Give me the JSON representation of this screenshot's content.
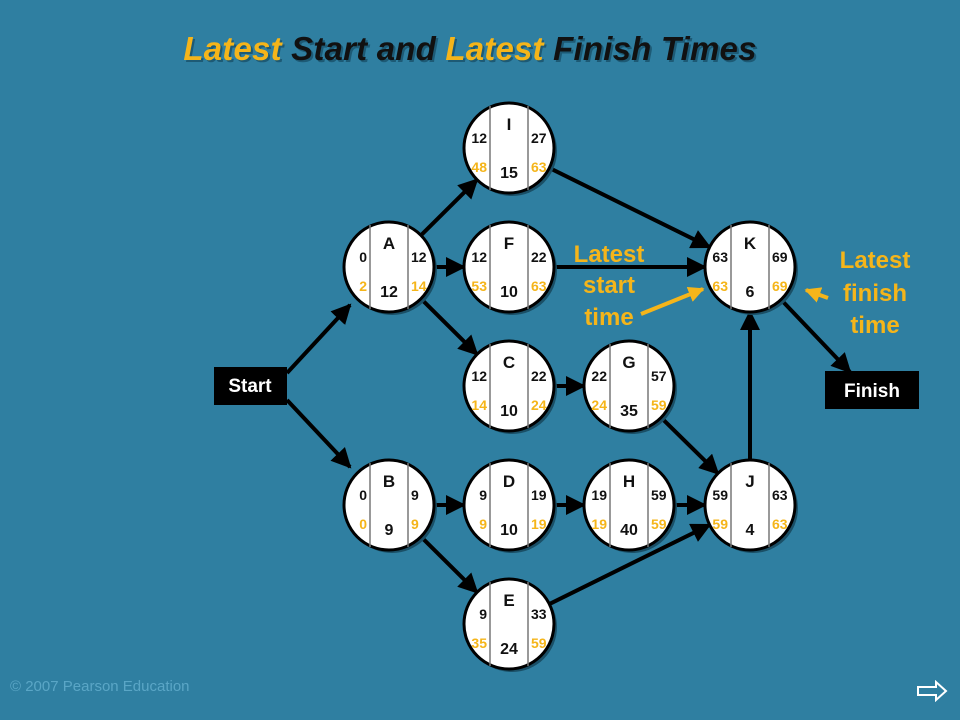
{
  "title": {
    "w1": "Latest",
    "w2": "Start and",
    "w3": "Latest",
    "w4": "Finish Times"
  },
  "start_label": "Start",
  "finish_label": "Finish",
  "annotations": {
    "start": [
      "Latest",
      "start",
      "time"
    ],
    "finish": [
      "Latest",
      "finish",
      "time"
    ]
  },
  "nodes": {
    "I": {
      "letter": "I",
      "es": "12",
      "ef": "27",
      "ls": "48",
      "lf": "63",
      "dur": "15"
    },
    "A": {
      "letter": "A",
      "es": "0",
      "ef": "12",
      "ls": "2",
      "lf": "14",
      "dur": "12"
    },
    "F": {
      "letter": "F",
      "es": "12",
      "ef": "22",
      "ls": "53",
      "lf": "63",
      "dur": "10"
    },
    "K": {
      "letter": "K",
      "es": "63",
      "ef": "69",
      "ls": "63",
      "lf": "69",
      "dur": "6"
    },
    "C": {
      "letter": "C",
      "es": "12",
      "ef": "22",
      "ls": "14",
      "lf": "24",
      "dur": "10"
    },
    "G": {
      "letter": "G",
      "es": "22",
      "ef": "57",
      "ls": "24",
      "lf": "59",
      "dur": "35"
    },
    "B": {
      "letter": "B",
      "es": "0",
      "ef": "9",
      "ls": "0",
      "lf": "9",
      "dur": "9"
    },
    "D": {
      "letter": "D",
      "es": "9",
      "ef": "19",
      "ls": "9",
      "lf": "19",
      "dur": "10"
    },
    "H": {
      "letter": "H",
      "es": "19",
      "ef": "59",
      "ls": "19",
      "lf": "59",
      "dur": "40"
    },
    "J": {
      "letter": "J",
      "es": "59",
      "ef": "63",
      "ls": "59",
      "lf": "63",
      "dur": "4"
    },
    "E": {
      "letter": "E",
      "es": "9",
      "ef": "33",
      "ls": "35",
      "lf": "59",
      "dur": "24"
    }
  },
  "colors": {
    "background": "#2f7fa1",
    "highlight": "#f5b51a",
    "node_fill": "#ffffff",
    "text": "#111111"
  },
  "copyright": "© 2007 Pearson Education"
}
